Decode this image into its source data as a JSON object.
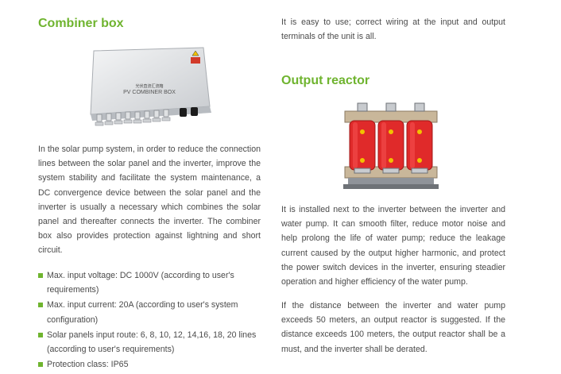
{
  "left": {
    "heading": "Combiner box",
    "image_label": "PV COMBINER BOX",
    "image_label_cn": "光伏直流汇流箱",
    "paragraph": "In the solar pump system, in order to reduce the connection lines between the solar panel and the inverter, improve the system stability and facilitate the system maintenance, a DC convergence device between the solar panel and the inverter is usually a necessary which combines the solar panel and thereafter connects the inverter. The combiner box also provides protection against lightning and short circuit.",
    "bullets": [
      "Max. input voltage: DC 1000V (according to user's requirements)",
      "Max. input current: 20A (according to user's system configuration)",
      "Solar panels input route: 6, 8, 10, 12, 14,16, 18, 20 lines (according to user's requirements)",
      "Protection class: IP65"
    ]
  },
  "right": {
    "intro": "It is easy to use; correct wiring at the input and output terminals of the unit is all.",
    "heading": "Output reactor",
    "paragraph1": "It is installed next to the inverter between the inverter and water pump. It can smooth filter, reduce motor noise and help prolong the life of water pump; reduce the leakage current caused by the output higher harmonic, and protect the power switch devices in the inverter, ensuring steadier operation and higher efficiency of the water pump.",
    "paragraph2": "If the distance between the inverter and water pump exceeds 50 meters, an output reactor is suggested. If the distance exceeds 100 meters, the output reactor shall be a must, and the inverter shall be derated."
  },
  "colors": {
    "accent": "#6fb42f",
    "coil": "#e02a2a",
    "body_text": "#4a4a4a"
  }
}
